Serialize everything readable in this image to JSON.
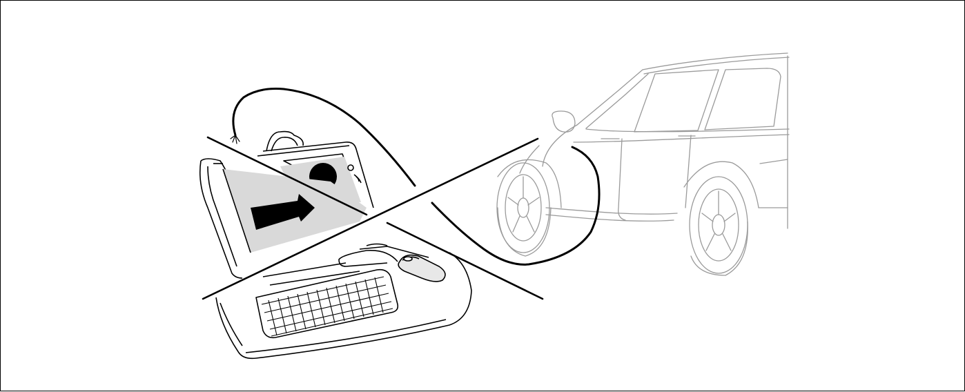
{
  "illustration": {
    "items": [
      "diagnostic-tester",
      "cable",
      "keyboard",
      "mouse",
      "car"
    ]
  },
  "colors": {
    "line": "#000000",
    "car_line": "#999999",
    "screen_fill": "#d9d9d9"
  }
}
